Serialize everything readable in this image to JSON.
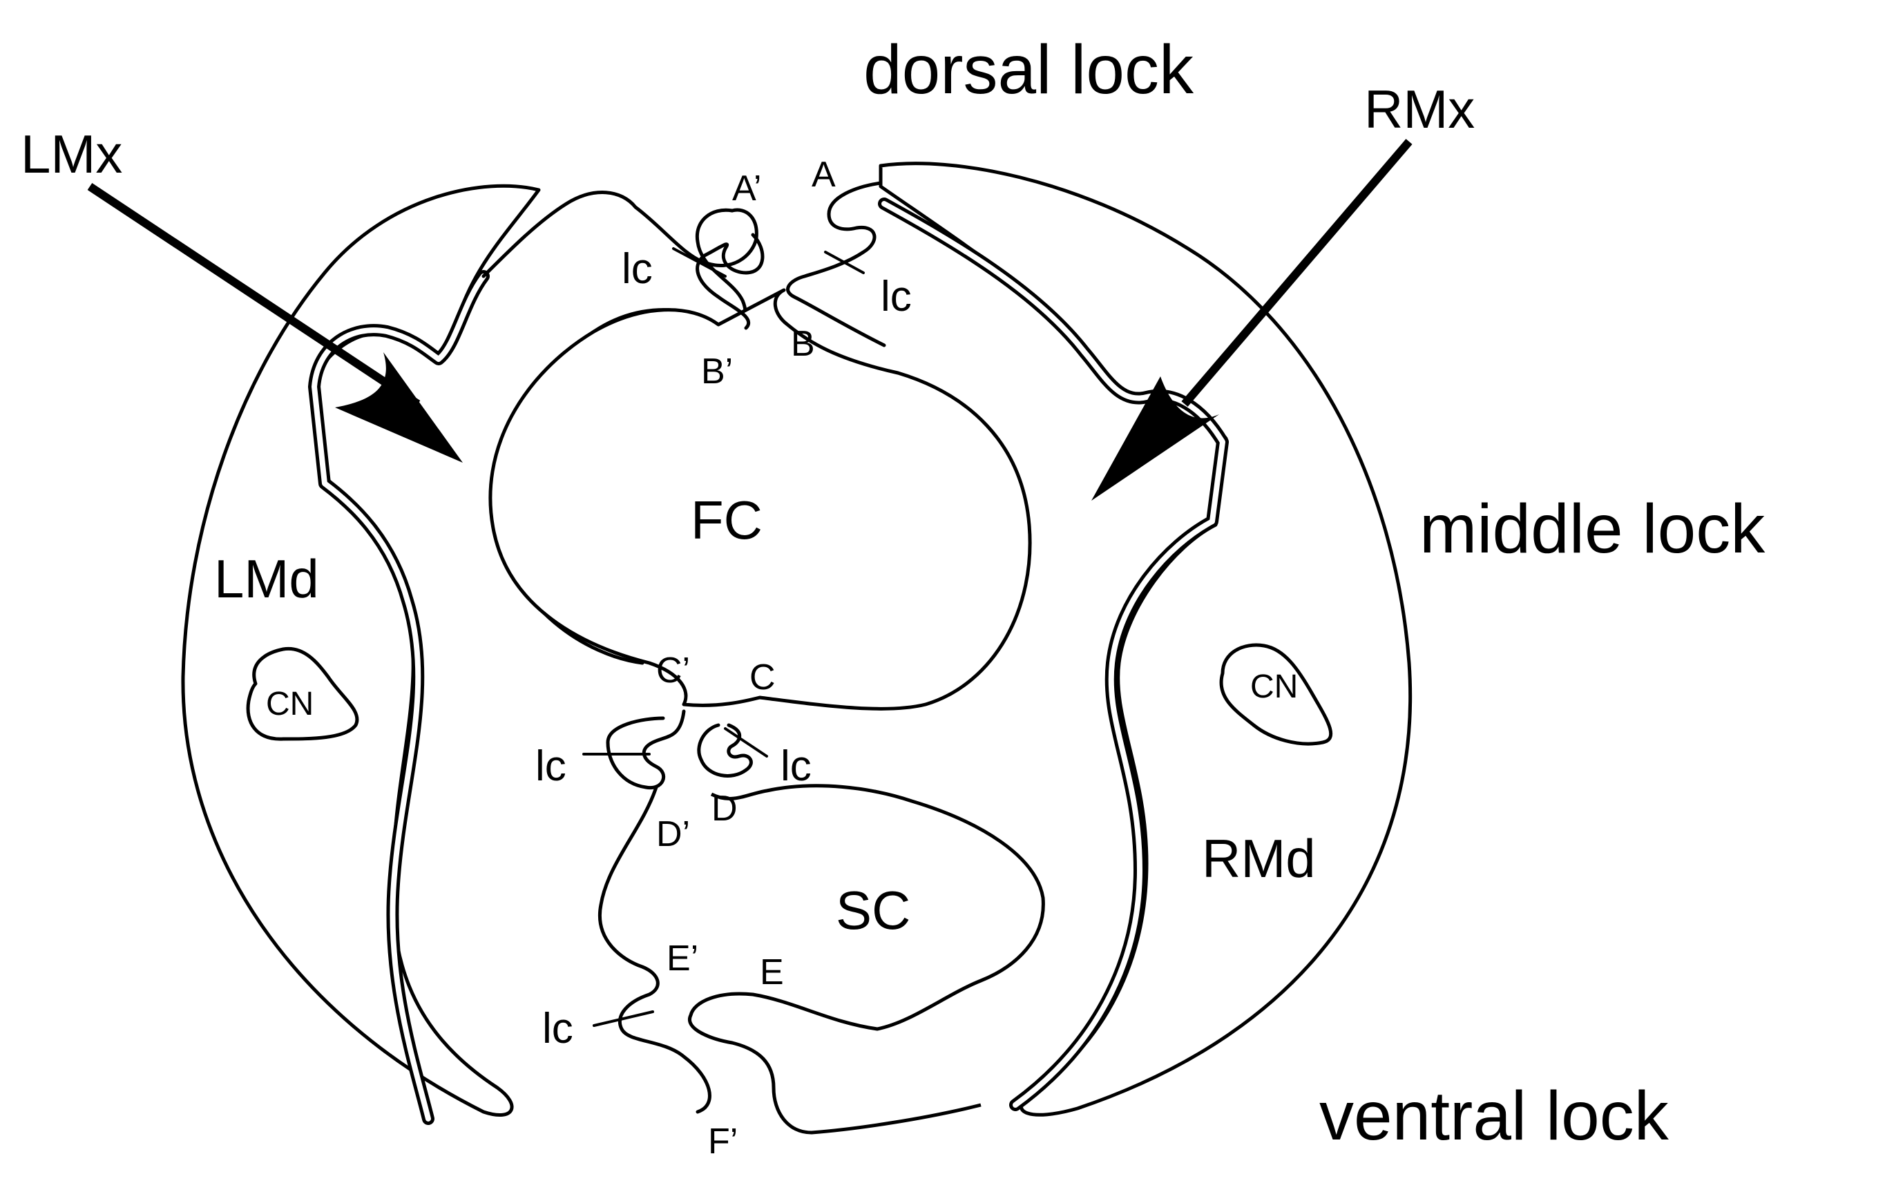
{
  "labels": {
    "dorsal_lock": "dorsal lock",
    "middle_lock": "middle lock",
    "ventral_lock": "ventral lock",
    "lmx": "LMx",
    "rmx": "RMx",
    "lmd": "LMd",
    "rmd": "RMd",
    "fc": "FC",
    "sc": "SC",
    "cn_left": "CN",
    "cn_right": "CN",
    "a": "A",
    "a_prime": "A’",
    "b": "B",
    "b_prime": "B’",
    "c": "C",
    "c_prime": "C’",
    "d": "D",
    "d_prime": "D’",
    "e": "E",
    "e_prime": "E’",
    "f_prime": "F’",
    "lc_top_left": "lc",
    "lc_top_right": "lc",
    "lc_mid_left": "lc",
    "lc_mid_right": "lc",
    "lc_bottom_left": "lc"
  },
  "colors": {
    "line": "#000000",
    "background": "#ffffff"
  }
}
